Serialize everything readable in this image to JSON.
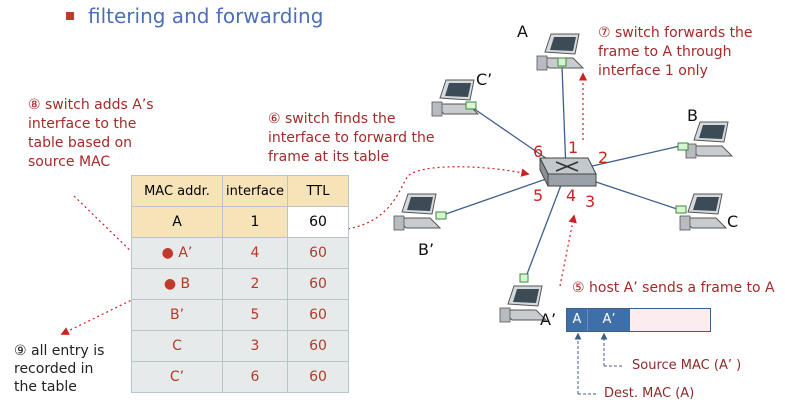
{
  "heading": "filtering and forwarding",
  "hosts": {
    "a": "A",
    "b": "B",
    "c": "C",
    "a_prime": "A’",
    "b_prime": "B’",
    "c_prime": "C’"
  },
  "ports": [
    "1",
    "2",
    "3",
    "4",
    "5",
    "6"
  ],
  "notes": {
    "step5": "⑤ host A’ sends a frame to A",
    "step6": [
      "⑥ switch finds the",
      "interface to forward the",
      "frame at its table"
    ],
    "step7": [
      "⑦ switch forwards the",
      "frame to A through",
      "interface 1 only"
    ],
    "step8": [
      "⑧ switch adds A’s",
      "interface to the",
      "table based on",
      "source MAC"
    ],
    "step9": [
      "⑨ all entry is",
      "recorded in",
      "the table"
    ]
  },
  "table": {
    "headers": [
      "MAC addr.",
      "interface",
      "TTL"
    ],
    "rows": [
      {
        "mac": "A",
        "iface": "1",
        "ttl": "60",
        "highlight": false,
        "dot": false
      },
      {
        "mac": "A’",
        "iface": "4",
        "ttl": "60",
        "highlight": true,
        "dot": true
      },
      {
        "mac": "B",
        "iface": "2",
        "ttl": "60",
        "highlight": true,
        "dot": true
      },
      {
        "mac": "B’",
        "iface": "5",
        "ttl": "60",
        "highlight": true,
        "dot": false
      },
      {
        "mac": "C",
        "iface": "3",
        "ttl": "60",
        "highlight": true,
        "dot": false
      },
      {
        "mac": "C’",
        "iface": "6",
        "ttl": "60",
        "highlight": true,
        "dot": false
      }
    ]
  },
  "frame": {
    "dest": "A",
    "src": "A’",
    "src_label": "Source MAC (A’ )",
    "dest_label": "Dest. MAC (A)"
  },
  "colors": {
    "note_red": "#a52a2a",
    "arrow_red": "#cc2222",
    "heading_blue": "#4d6fb5",
    "table_header": "#f7e3b8",
    "table_new_rows": "#e7eaeb",
    "frame_blue": "#3f6fa8"
  }
}
